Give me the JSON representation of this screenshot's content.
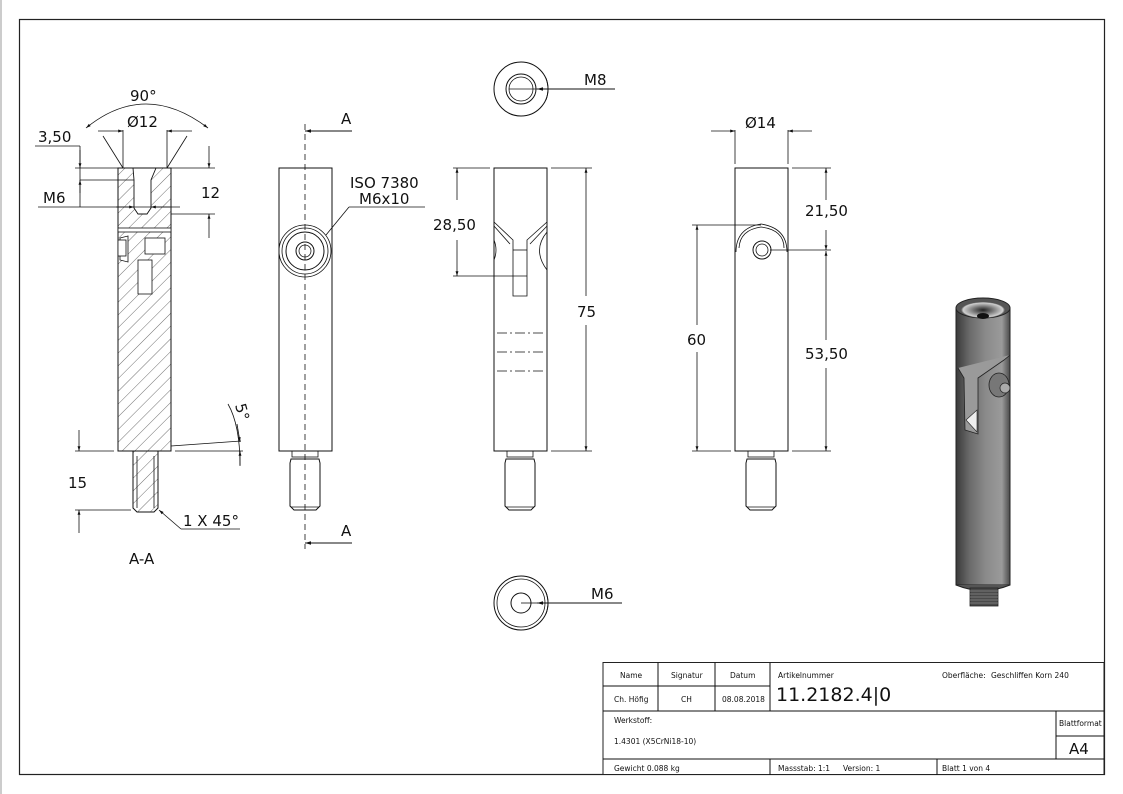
{
  "drawing": {
    "section_view": {
      "label": "A-A",
      "dims": {
        "angle_top": "90°",
        "dia_top": "Ø12",
        "depth_countersink": "3,50",
        "thread_top": "M6",
        "height_top": "12",
        "angle_bottom": "5°",
        "thread_length": "15",
        "chamfer": "1 X 45°"
      }
    },
    "front_view": {
      "section_marker_top": "A",
      "section_marker_bottom": "A",
      "screw_callout_line1": "ISO 7380",
      "screw_callout_line2": "M6x10"
    },
    "side_view": {
      "dims": {
        "slot_depth": "28,50",
        "overall_length": "75"
      }
    },
    "top_view": {
      "thread_label": "M8"
    },
    "bottom_view": {
      "thread_label": "M6"
    },
    "right_view": {
      "dims": {
        "diameter": "Ø14",
        "hole_from_top": "21,50",
        "hole_height": "60",
        "hole_from_bottom": "53,50"
      }
    },
    "iso_view": {
      "description": "isometric-render-of-part"
    }
  },
  "title_block": {
    "headers": {
      "name": "Name",
      "signatur": "Signatur",
      "datum": "Datum",
      "artikelnummer": "Artikelnummer"
    },
    "name": "Ch. Höfig",
    "signatur": "CH",
    "datum": "08.08.2018",
    "artikelnummer": "11.2182.4|0",
    "oberflaeche_label": "Oberfläche:",
    "oberflaeche_value": "Geschliffen Korn 240",
    "werkstoff_label": "Werkstoff:",
    "werkstoff_value": "1.4301 (X5CrNi18-10)",
    "blattformat_label": "Blattformat",
    "blattformat_value": "A4",
    "gewicht": "Gewicht 0.088 kg",
    "massstab": "Massstab: 1:1",
    "version": "Version: 1",
    "blatt": "Blatt 1 von 4"
  }
}
